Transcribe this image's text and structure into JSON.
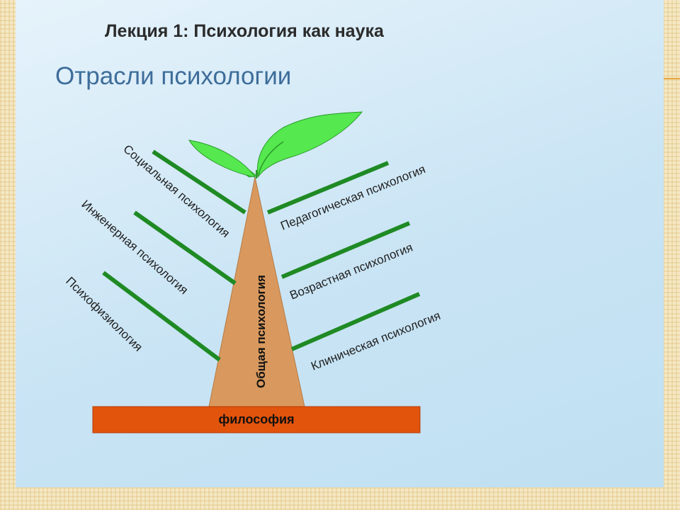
{
  "header": {
    "lecture_title": "Лекция 1: Психология как наука"
  },
  "slide": {
    "subtitle": "Отрасли психологии"
  },
  "tree": {
    "base": "философия",
    "trunk": "Общая психология",
    "left_branches": [
      "Социальная психология",
      "Инженерная психология",
      "Психофизиология"
    ],
    "right_branches": [
      "Педагогическая психология",
      "Возрастная психология",
      "Клиническая психология"
    ]
  },
  "colors": {
    "branch": "#1f8a24",
    "trunk": "#d9995e",
    "base": "#e2530b",
    "leaf": "#55e84f",
    "subtitle": "#3e6d9a"
  },
  "icons": [
    "sprout-leaves-icon"
  ]
}
